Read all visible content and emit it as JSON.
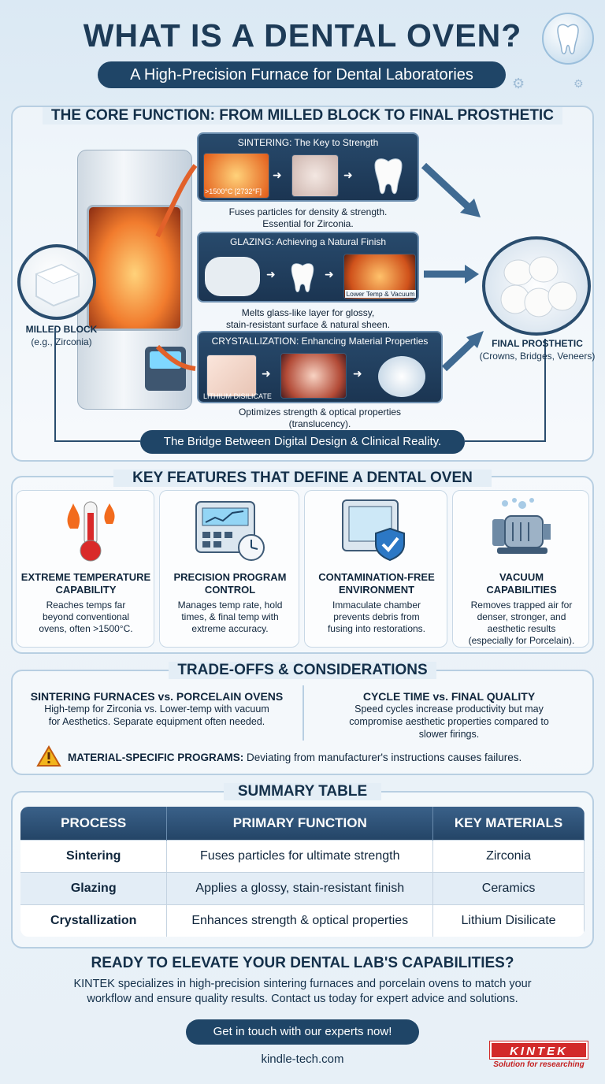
{
  "header": {
    "title": "WHAT IS A DENTAL OVEN?",
    "subtitle": "A High-Precision Furnace for Dental Laboratories"
  },
  "core": {
    "title": "THE CORE FUNCTION: FROM MILLED BLOCK TO FINAL PROSTHETIC",
    "milled_block": "MILLED BLOCK",
    "milled_block_sub": "(e.g., Zirconia)",
    "final": "FINAL PROSTHETIC",
    "final_sub": "(Crowns, Bridges, Veneers)",
    "processes": [
      {
        "title": "SINTERING: The Key to Strength",
        "temp_label": ">1500°C [2732°F]",
        "desc1": "Fuses particles for density & strength.",
        "desc2": "Essential for Zirconia."
      },
      {
        "title": "GLAZING: Achieving a Natural Finish",
        "chamber_label": "Lower Temp & Vacuum",
        "desc1": "Melts glass-like layer for glossy,",
        "desc2": "stain-resistant surface & natural sheen."
      },
      {
        "title": "CRYSTALLIZATION: Enhancing Material Properties",
        "material_label": "LITHIUM DISILICATE",
        "desc1": "Optimizes strength & optical properties",
        "desc2": "(translucency)."
      }
    ],
    "bridge": "The Bridge Between Digital Design & Clinical Reality."
  },
  "features": {
    "title": "KEY FEATURES THAT DEFINE A DENTAL OVEN",
    "items": [
      {
        "name1": "EXTREME TEMPERATURE",
        "name2": "CAPABILITY",
        "desc": [
          "Reaches temps far",
          "beyond conventional",
          "ovens, often >1500°C."
        ]
      },
      {
        "name1": "PRECISION PROGRAM",
        "name2": "CONTROL",
        "desc": [
          "Manages temp rate, hold",
          "times, & final temp with",
          "extreme accuracy."
        ]
      },
      {
        "name1": "CONTAMINATION-FREE",
        "name2": "ENVIRONMENT",
        "desc": [
          "Immaculate chamber",
          "prevents debris from",
          "fusing into restorations."
        ]
      },
      {
        "name1": "VACUUM",
        "name2": "CAPABILITIES",
        "desc": [
          "Removes trapped air for",
          "denser, stronger, and",
          "aesthetic results",
          "(especially for Porcelain)."
        ]
      }
    ]
  },
  "tradeoffs": {
    "title": "TRADE-OFFS & CONSIDERATIONS",
    "left_name": "SINTERING FURNACES vs. PORCELAIN OVENS",
    "left_desc": [
      "High-temp for Zirconia vs. Lower-temp with vacuum",
      "for Aesthetics. Separate equipment often needed."
    ],
    "right_name": "CYCLE TIME vs. FINAL QUALITY",
    "right_desc": [
      "Speed cycles increase productivity but may",
      "compromise aesthetic properties compared to",
      "slower firings."
    ],
    "warning_bold": "MATERIAL-SPECIFIC PROGRAMS:",
    "warning_text": " Deviating from manufacturer's instructions causes failures."
  },
  "table": {
    "title": "SUMMARY TABLE",
    "headers": [
      "PROCESS",
      "PRIMARY FUNCTION",
      "KEY MATERIALS"
    ],
    "rows": [
      [
        "Sintering",
        "Fuses particles for ultimate strength",
        "Zirconia"
      ],
      [
        "Glazing",
        "Applies a glossy, stain-resistant finish",
        "Ceramics"
      ],
      [
        "Crystallization",
        "Enhances strength & optical properties",
        "Lithium Disilicate"
      ]
    ]
  },
  "cta": {
    "title": "READY TO ELEVATE YOUR DENTAL LAB'S CAPABILITIES?",
    "body1": "KINTEK specializes in high-precision sintering furnaces and porcelain ovens to match your",
    "body2": "workflow and ensure quality results. Contact us today for expert advice and solutions.",
    "button": "Get in touch with our experts now!",
    "url": "kindle-tech.com",
    "logo": "KINTEK",
    "tagline": "Solution for researching"
  },
  "colors": {
    "navy": "#1f4567",
    "accent_red": "#d22a2a",
    "warning": "#f2b51d"
  }
}
